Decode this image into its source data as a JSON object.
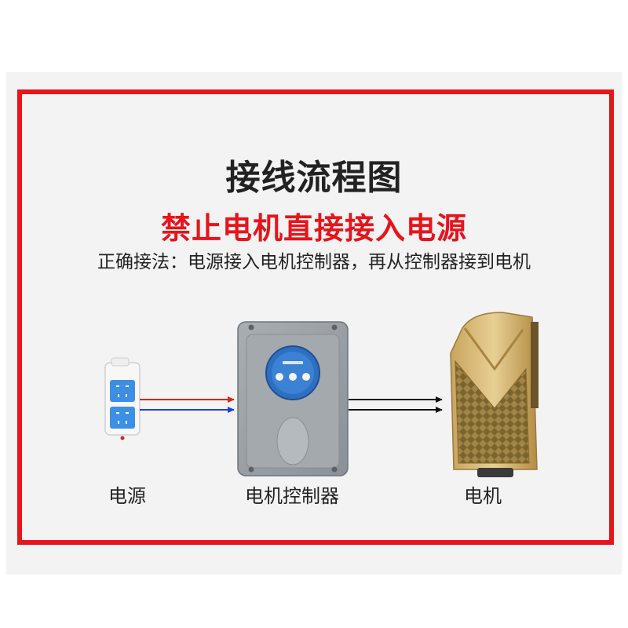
{
  "title": "接线流程图",
  "warning": "禁止电机直接接入电源",
  "instruction": "正确接法：电源接入电机控制器，再从控制器接到电机",
  "components": {
    "power": "电源",
    "controller": "电机控制器",
    "motor": "电机"
  },
  "colors": {
    "frame": "#e8141b",
    "warning_text": "#e8141b",
    "wire_live": "#d9261c",
    "wire_neutral": "#1f3fd6",
    "wire_output": "#111111"
  }
}
